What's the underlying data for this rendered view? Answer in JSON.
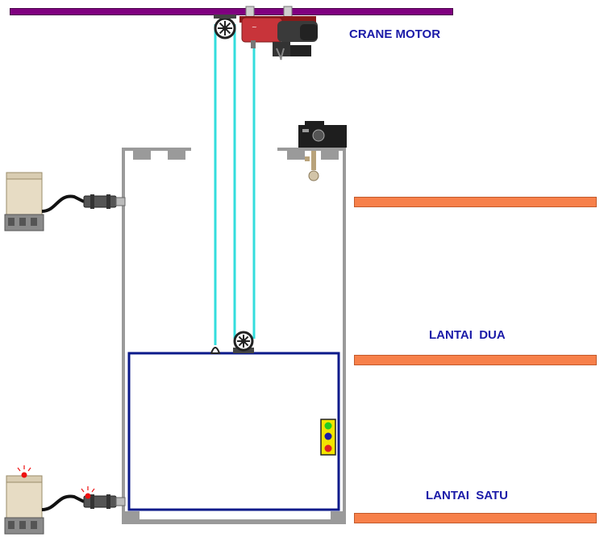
{
  "labels": {
    "crane_motor": "CRANE MOTOR",
    "floor_two": "LANTAI  DUA",
    "floor_one": "LANTAI  SATU"
  },
  "colors": {
    "rail": "#800080",
    "cable": "#33dddd",
    "floor": "#f7804a",
    "cabin_border": "#0b1a8a",
    "shaft_wall": "#9a9a9a",
    "label": "#1a1aa8",
    "indicator_green": "#22cc22",
    "indicator_blue": "#1a1aa8",
    "indicator_red": "#dd2222",
    "indicator_frame": "#f2e400"
  },
  "icons": {
    "motor": "crane-hoist-icon",
    "pulley": "pulley-wheel-icon",
    "sensor": "proximity-sensor-icon",
    "relay": "relay-module-icon",
    "limit_switch": "limit-switch-icon"
  }
}
